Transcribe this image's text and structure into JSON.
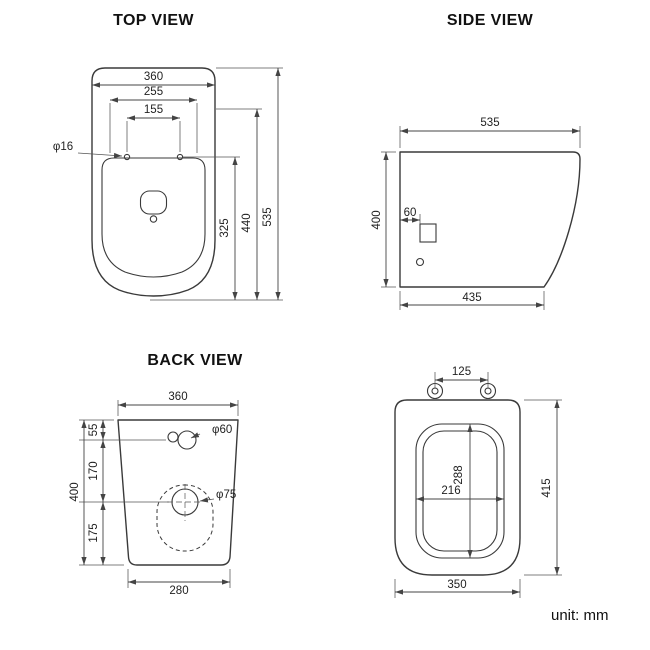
{
  "unit_label": "unit: mm",
  "colors": {
    "ink": "#3a3a3a",
    "background": "#ffffff"
  },
  "views": {
    "top": {
      "title": "TOP VIEW",
      "dims": {
        "width_overall": "360",
        "width_mid": "255",
        "hole_spacing": "155",
        "hole_diameter": "φ16",
        "depth_overall": "535",
        "depth_mid": "440",
        "depth_inner": "325"
      }
    },
    "side": {
      "title": "SIDE VIEW",
      "dims": {
        "depth_top": "535",
        "height": "400",
        "bracket_offset": "60",
        "depth_bottom": "435"
      }
    },
    "back": {
      "title": "BACK VIEW",
      "dims": {
        "width_top": "360",
        "inlet_offset": "55",
        "inlet_to_outlet": "170",
        "outlet_to_bottom": "175",
        "height": "400",
        "inlet_diameter": "φ60",
        "outlet_diameter": "φ75",
        "width_bottom": "280"
      }
    },
    "seat": {
      "dims": {
        "hinge_spacing": "125",
        "opening_length": "288",
        "opening_width": "216",
        "lid_length": "415",
        "lid_width": "350"
      }
    }
  }
}
